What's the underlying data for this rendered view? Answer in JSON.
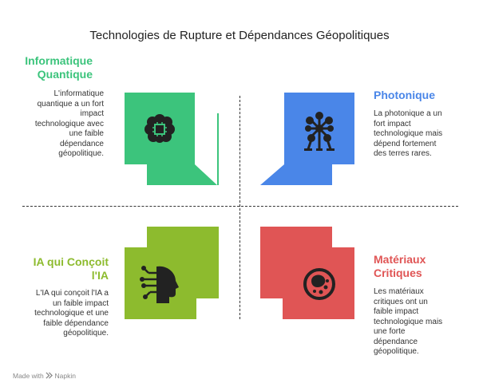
{
  "title": "Technologies de Rupture et Dépendances Géopolitiques",
  "quadrants": [
    {
      "heading_lines": [
        "Informatique",
        "Quantique"
      ],
      "description_lines": [
        "L'informatique",
        "quantique a un fort",
        "impact",
        "technologique avec",
        "une faible",
        "dépendance",
        "géopolitique."
      ],
      "color": "#3cc47c",
      "icon": "quantum-chip-brain-icon"
    },
    {
      "heading_lines": [
        "Photonique"
      ],
      "description_lines": [
        "La photonique a un",
        "fort impact",
        "technologique mais",
        "dépend fortement",
        "des terres rares."
      ],
      "color": "#4a86e8",
      "icon": "atomium-icon"
    },
    {
      "heading_lines": [
        "IA qui Conçoit",
        "l'IA"
      ],
      "description_lines": [
        "L'IA qui conçoit l'IA a",
        "un faible impact",
        "technologique et une",
        "faible dépendance",
        "géopolitique."
      ],
      "color": "#8dbb2e",
      "icon": "ai-head-circuit-icon"
    },
    {
      "heading_lines": [
        "Matériaux",
        "Critiques"
      ],
      "description_lines": [
        "Les matériaux",
        "critiques ont un",
        "faible impact",
        "technologique mais",
        "une forte",
        "dépendance",
        "géopolitique."
      ],
      "color": "#e05555",
      "icon": "petri-dish-icon"
    }
  ],
  "footer": {
    "made_with": "Made with",
    "brand": "Napkin"
  }
}
